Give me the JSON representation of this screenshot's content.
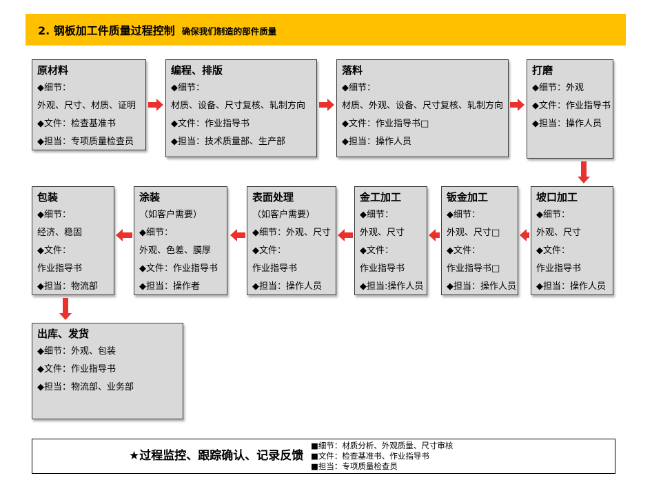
{
  "colors": {
    "header_bg": "#FFC000",
    "box_fill": "#D9D9D9",
    "box_border": "#3A3A3A",
    "arrow": "#E9322D"
  },
  "header": {
    "title": "2. 钢板加工件质量过程控制",
    "subtitle": "确保我们制造的部件质量"
  },
  "boxes": [
    {
      "title": "原材料",
      "lines": [
        "◆细节：",
        "外观、尺寸、材质、证明",
        "◆文件：检查基准书",
        "◆担当：专项质量检查员"
      ]
    },
    {
      "title": "编程、排版",
      "lines": [
        "◆细节：",
        "材质、设备、尺寸复核、轧制方向",
        "◆文件：作业指导书",
        "◆担当：技术质量部、生产部"
      ]
    },
    {
      "title": "落料",
      "lines": [
        "◆细节：",
        "材质、外观、设备、尺寸复核、轧制方向",
        "◆文件：作业指导书□",
        "◆担当：操作人员"
      ]
    },
    {
      "title": "打磨",
      "lines": [
        "◆细节：外观",
        "◆文件：作业指导书",
        "◆担当：操作人员"
      ]
    },
    {
      "title": "包装",
      "lines": [
        "◆细节：",
        "经济、稳固",
        "◆文件：",
        "作业指导书",
        "◆担当：物流部"
      ]
    },
    {
      "title": "涂装",
      "lines": [
        "（如客户需要）",
        "◆细节：",
        "外观、色差、膜厚",
        "◆文件：作业指导书",
        "◆担当：操作者"
      ]
    },
    {
      "title": "表面处理",
      "lines": [
        "（如客户需要）",
        "◆细节：外观、尺寸",
        "◆文件：",
        "作业指导书",
        "◆担当：操作人员"
      ]
    },
    {
      "title": "金工加工",
      "lines": [
        "◆细节：",
        "外观、尺寸",
        "◆文件：",
        "作业指导书",
        "◆担当:操作人员"
      ]
    },
    {
      "title": "钣金加工",
      "lines": [
        "◆细节：",
        "外观、尺寸□",
        "◆文件：",
        "作业指导书□",
        "◆担当：操作人员"
      ]
    },
    {
      "title": "坡口加工",
      "lines": [
        "◆细节：",
        "外观、尺寸",
        "◆文件：",
        "作业指导书",
        "◆担当：操作人员"
      ]
    },
    {
      "title": "出库、发货",
      "lines": [
        "◆细节：外观、包装",
        "◆文件：作业指导书",
        "◆担当：物流部、业务部"
      ]
    }
  ],
  "footer": {
    "headline": "★过程监控、跟踪确认、记录反馈",
    "notes": [
      "■细节：材质分析、外观质量、尺寸审核",
      "■文件：检查基准书、作业指导书",
      "■担当：专项质量检查员"
    ]
  }
}
